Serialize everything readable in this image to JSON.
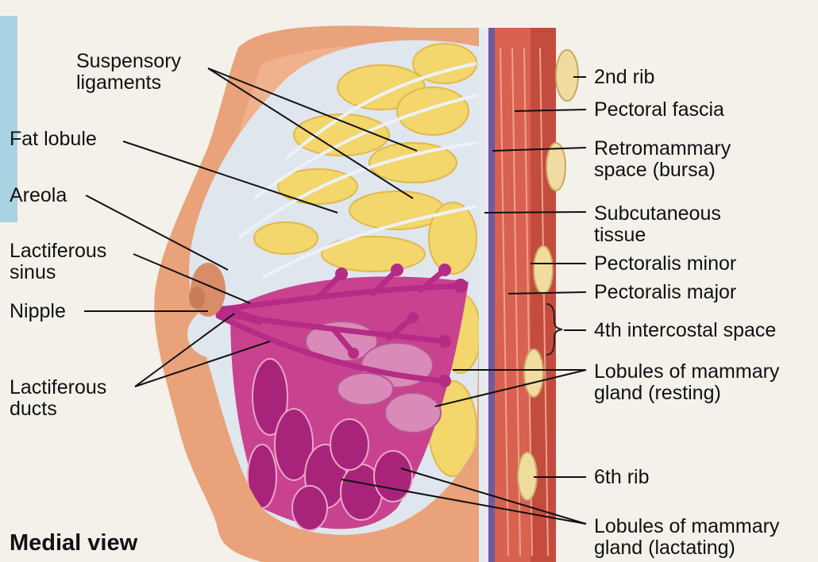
{
  "colors": {
    "background": "#f3f1ea",
    "skin": "#e9a27a",
    "fat": "#f3d66c",
    "gland": "#b52b86",
    "muscle": "#d8624f",
    "bone": "#f0dca0",
    "fascia": "#6f5aa0"
  },
  "labels": {
    "suspensory_ligaments": "Suspensory\nligaments",
    "fat_lobule": "Fat lobule",
    "areola": "Areola",
    "lactiferous_sinus": "Lactiferous\nsinus",
    "nipple": "Nipple",
    "lactiferous_ducts": "Lactiferous\nducts",
    "medial_view": "Medial view",
    "rib_2nd": "2nd rib",
    "pectoral_fascia": "Pectoral fascia",
    "retromammary_space": "Retromammary\nspace (bursa)",
    "subcutaneous_tissue": "Subcutaneous\ntissue",
    "pectoralis_minor": "Pectoralis minor",
    "pectoralis_major": "Pectoralis major",
    "intercostal_space_4th": "4th intercostal space",
    "lobules_resting": "Lobules of mammary\ngland (resting)",
    "rib_6th": "6th rib",
    "lobules_lactating": "Lobules of mammary\ngland (lactating)"
  }
}
